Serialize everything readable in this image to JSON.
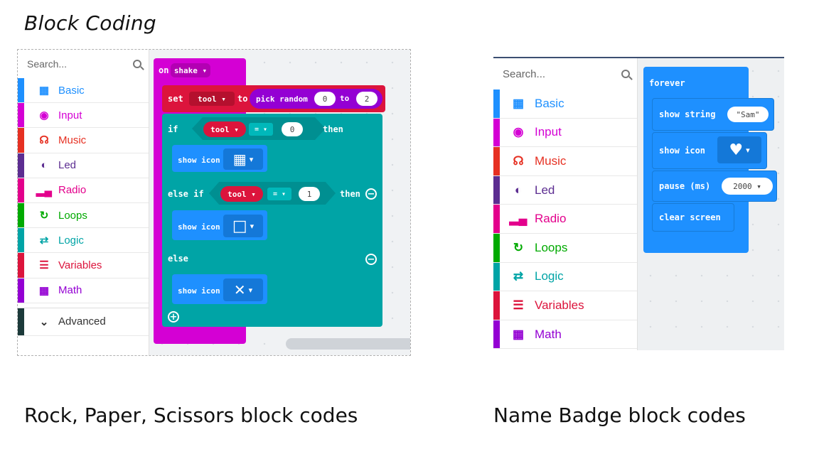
{
  "page_title": "Block Coding",
  "captions": {
    "left": "Rock, Paper, Scissors block codes",
    "right": "Name Badge block codes"
  },
  "toolbox": {
    "search_placeholder": "Search...",
    "categories": [
      {
        "label": "Basic",
        "icon": "grid-icon",
        "color": "#1e90ff"
      },
      {
        "label": "Input",
        "icon": "target-icon",
        "color": "#d400d4"
      },
      {
        "label": "Music",
        "icon": "headphones-icon",
        "color": "#e63022"
      },
      {
        "label": "Led",
        "icon": "toggle-icon",
        "color": "#5c2d91"
      },
      {
        "label": "Radio",
        "icon": "signal-bars-icon",
        "color": "#e3008c"
      },
      {
        "label": "Loops",
        "icon": "refresh-icon",
        "color": "#00aa00"
      },
      {
        "label": "Logic",
        "icon": "shuffle-icon",
        "color": "#00a4a6"
      },
      {
        "label": "Variables",
        "icon": "list-icon",
        "color": "#dc143c"
      },
      {
        "label": "Math",
        "icon": "calculator-icon",
        "color": "#9400d3"
      },
      {
        "label": "Advanced",
        "icon": "chevron-down-icon",
        "color": "#1c3a3a"
      }
    ]
  },
  "left_program": {
    "event": {
      "keyword": "on",
      "value": "shake"
    },
    "set": {
      "keyword": "set",
      "variable": "tool",
      "to": "to",
      "fn": "pick random",
      "from": "0",
      "to_kw": "to",
      "max": "2"
    },
    "if": {
      "keyword": "if",
      "variable": "tool",
      "op": "=",
      "value": "0",
      "then": "then"
    },
    "show_icon_1": "show icon",
    "else_if": {
      "keyword": "else if",
      "variable": "tool",
      "op": "=",
      "value": "1",
      "then": "then"
    },
    "show_icon_2": "show icon",
    "else": "else",
    "show_icon_3": "show icon"
  },
  "right_program": {
    "forever": "forever",
    "show_string": {
      "label": "show string",
      "value": "\"Sam\""
    },
    "show_icon": "show icon",
    "pause": {
      "label": "pause (ms)",
      "value": "2000"
    },
    "clear_screen": "clear screen"
  },
  "colors": {
    "input_block": "#d400d4",
    "variables_block": "#dc143c",
    "logic_block": "#00a4a6",
    "basic_block": "#1e90ff",
    "math_block": "#9400d3"
  }
}
